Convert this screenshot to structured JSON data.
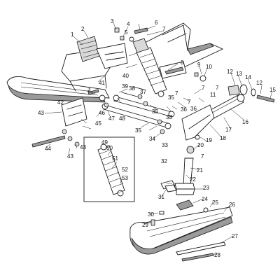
{
  "diagram": {
    "callouts": [
      "1",
      "2",
      "3",
      "4",
      "5",
      "6",
      "7",
      "8",
      "9",
      "10",
      "11",
      "12",
      "13",
      "14",
      "15",
      "16",
      "17",
      "18",
      "19",
      "20",
      "21",
      "22",
      "23",
      "24",
      "25",
      "26",
      "27",
      "28",
      "29",
      "30",
      "31",
      "32",
      "33",
      "34",
      "35",
      "36",
      "37",
      "38",
      "39",
      "40",
      "41",
      "42",
      "43",
      "44",
      "45",
      "46",
      "47",
      "48",
      "49",
      "50",
      "51",
      "52",
      "53"
    ],
    "extra_labels": {
      "l3b": "3",
      "l7b": "7",
      "l7c": "7",
      "l7d": "7",
      "l7e": "7",
      "l7f": "7",
      "l12b": "12",
      "l33b": "33",
      "l35b": "35",
      "l36b": "36",
      "l43b": "43",
      "l43c": "43",
      "l35c": "35"
    }
  }
}
